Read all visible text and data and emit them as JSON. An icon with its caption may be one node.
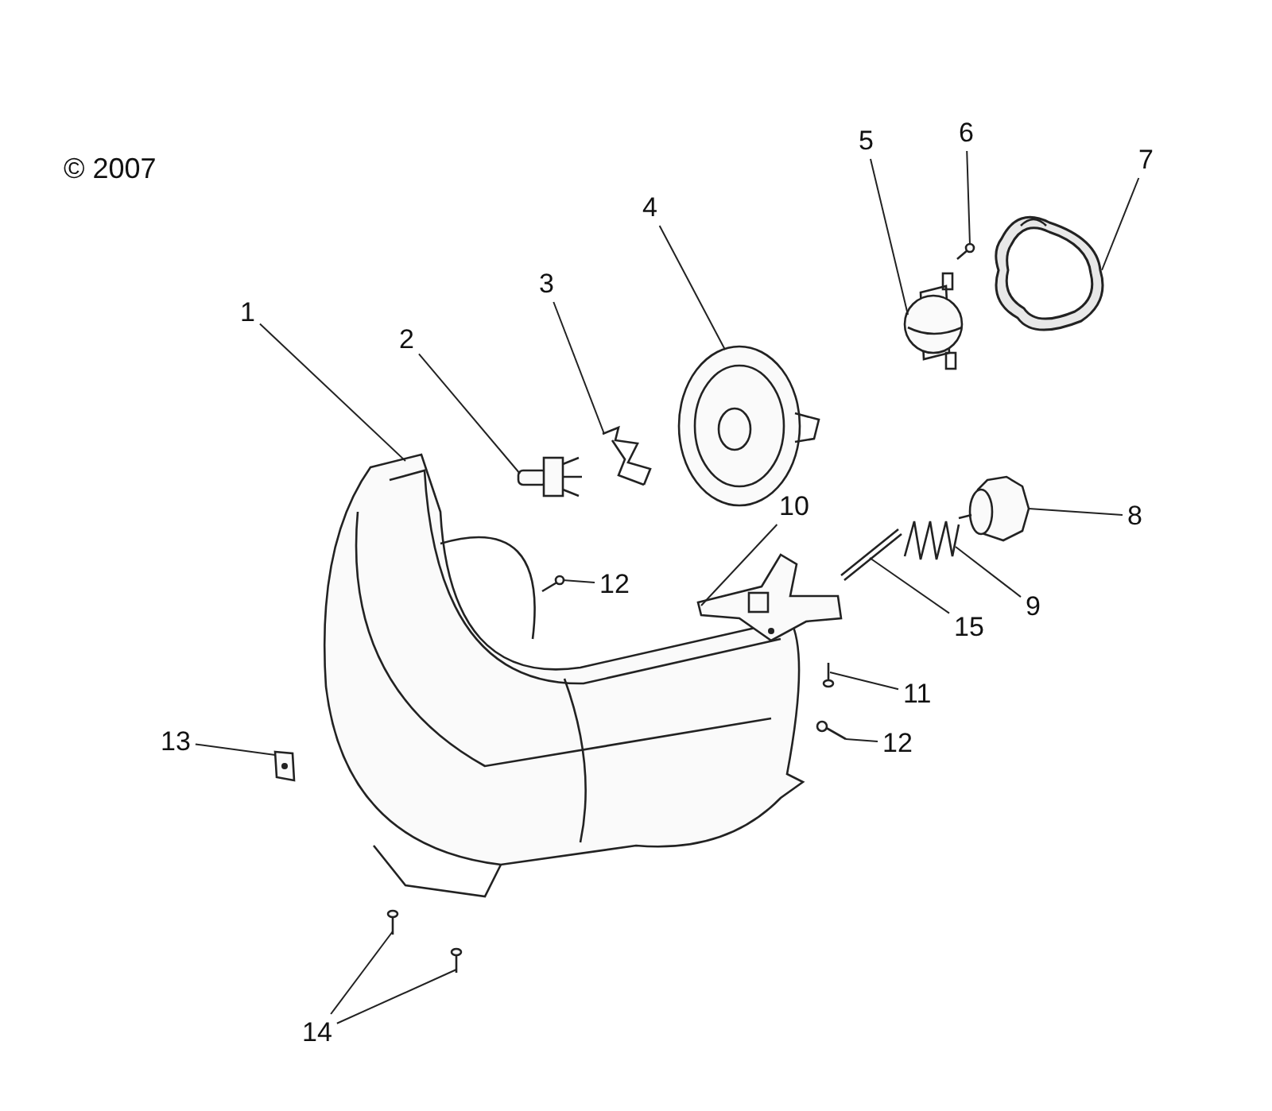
{
  "diagram": {
    "nodes": [
      {
        "text": [
          "1"
        ]
      },
      {
        "text": [],
        "shape": "picture"
      },
      {
        "text": [
          "2"
        ]
      },
      {
        "text": [],
        "shape": "picture"
      },
      {
        "text": [
          "3"
        ]
      },
      {
        "text": [],
        "shape": "picture"
      },
      {
        "text": [
          "4"
        ]
      },
      {
        "text": [],
        "shape": "picture"
      },
      {
        "text": [
          "5"
        ]
      },
      {
        "text": [],
        "shape": "picture"
      },
      {
        "text": [
          "6"
        ]
      },
      {
        "text": [],
        "shape": "picture"
      },
      {
        "text": [
          "7"
        ]
      },
      {
        "text": [],
        "shape": "picture"
      },
      {
        "text": [
          "8"
        ]
      },
      {
        "text": [],
        "shape": "picture"
      },
      {
        "text": [
          "9"
        ]
      },
      {
        "text": [],
        "shape": "picture"
      },
      {
        "text": [
          "10"
        ]
      },
      {
        "text": [],
        "shape": "picture"
      },
      {
        "text": [
          "11"
        ]
      },
      {
        "text": [],
        "shape": "picture"
      },
      {
        "text": [
          "12"
        ]
      },
      {
        "text": [],
        "shape": "picture"
      },
      {
        "text": [
          "12"
        ]
      },
      {
        "text": [],
        "shape": "picture"
      },
      {
        "text": [
          "13"
        ]
      },
      {
        "text": [],
        "shape": "picture"
      },
      {
        "text": [
          "14"
        ]
      },
      {
        "text": [],
        "shape": "picture"
      },
      {
        "text": [],
        "shape": "picture"
      },
      {
        "text": [
          "15"
        ]
      },
      {
        "text": [],
        "shape": "picture"
      }
    ],
    "edges": [
      {
        "from": 0,
        "to": 1,
        "arrow": "none"
      },
      {
        "from": 2,
        "to": 3,
        "arrow": "none"
      },
      {
        "from": 4,
        "to": 5,
        "arrow": "none"
      },
      {
        "from": 6,
        "to": 7,
        "arrow": "none"
      },
      {
        "from": 8,
        "to": 9,
        "arrow": "none"
      },
      {
        "from": 10,
        "to": 11,
        "arrow": "none"
      },
      {
        "from": 12,
        "to": 13,
        "arrow": "none"
      },
      {
        "from": 14,
        "to": 15,
        "arrow": "none"
      },
      {
        "from": 16,
        "to": 17,
        "arrow": "none"
      },
      {
        "from": 18,
        "to": 19,
        "arrow": "none"
      },
      {
        "from": 20,
        "to": 21,
        "arrow": "none"
      },
      {
        "from": 22,
        "to": 23,
        "arrow": "none"
      },
      {
        "from": 24,
        "to": 25,
        "arrow": "none"
      },
      {
        "from": 26,
        "to": 27,
        "arrow": "none"
      },
      {
        "from": 28,
        "to": 29,
        "arrow": "none"
      },
      {
        "from": 28,
        "to": 30,
        "arrow": "none"
      },
      {
        "from": 31,
        "to": 32,
        "arrow": "none"
      }
    ],
    "labels": [
      "© 2007"
    ]
  }
}
